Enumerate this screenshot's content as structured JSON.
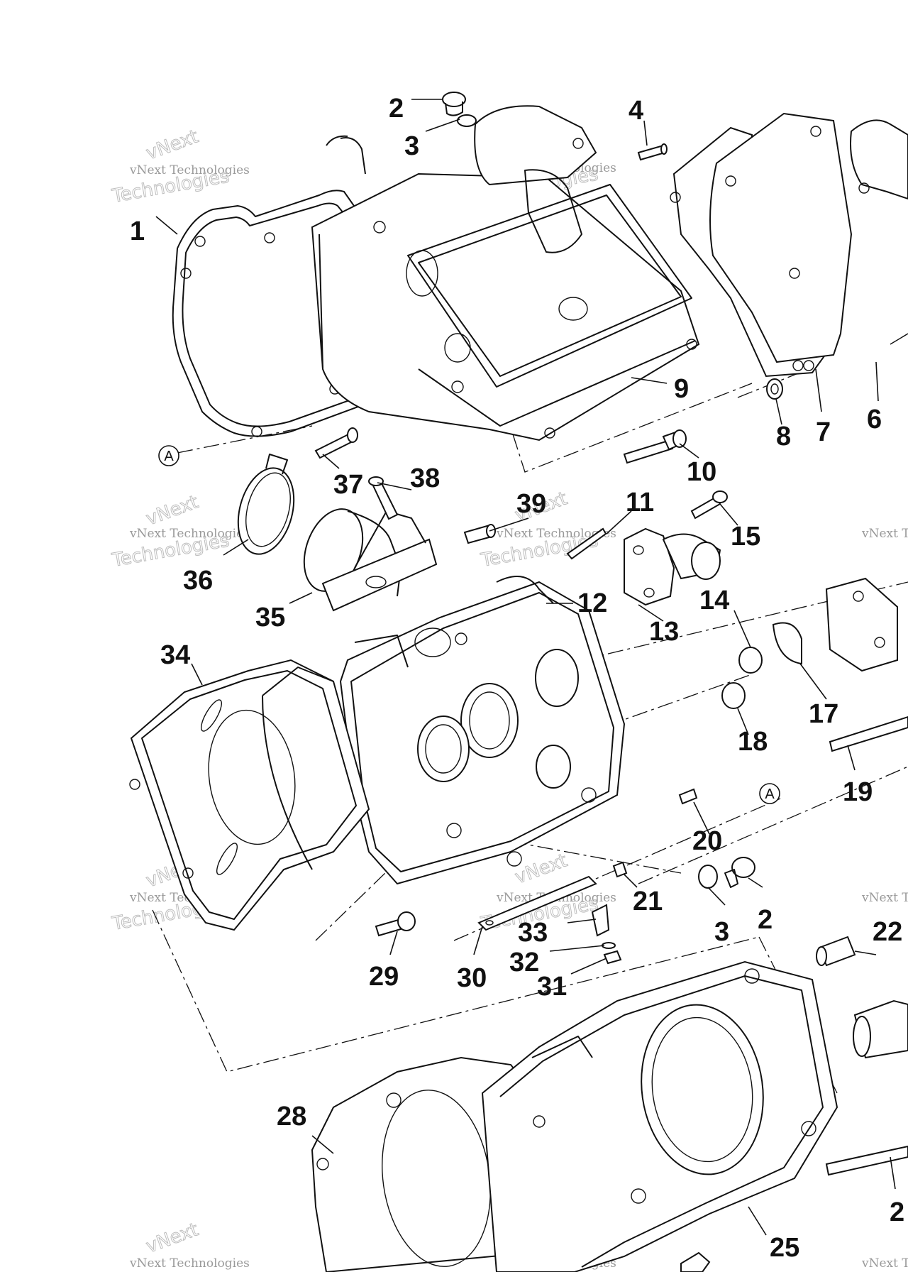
{
  "diagram": {
    "callouts": [
      "1",
      "2",
      "3",
      "4",
      "6",
      "7",
      "8",
      "9",
      "10",
      "37",
      "38",
      "39",
      "11",
      "15",
      "36",
      "35",
      "12",
      "13",
      "14",
      "34",
      "17",
      "18",
      "19",
      "20",
      "21",
      "2",
      "3",
      "22",
      "29",
      "30",
      "33",
      "32",
      "31",
      "28",
      "25"
    ],
    "reference_markers": [
      "A",
      "A"
    ],
    "watermark": {
      "line1": "vNext Technologies",
      "line2": "Technologies",
      "arc": "vNext"
    }
  }
}
